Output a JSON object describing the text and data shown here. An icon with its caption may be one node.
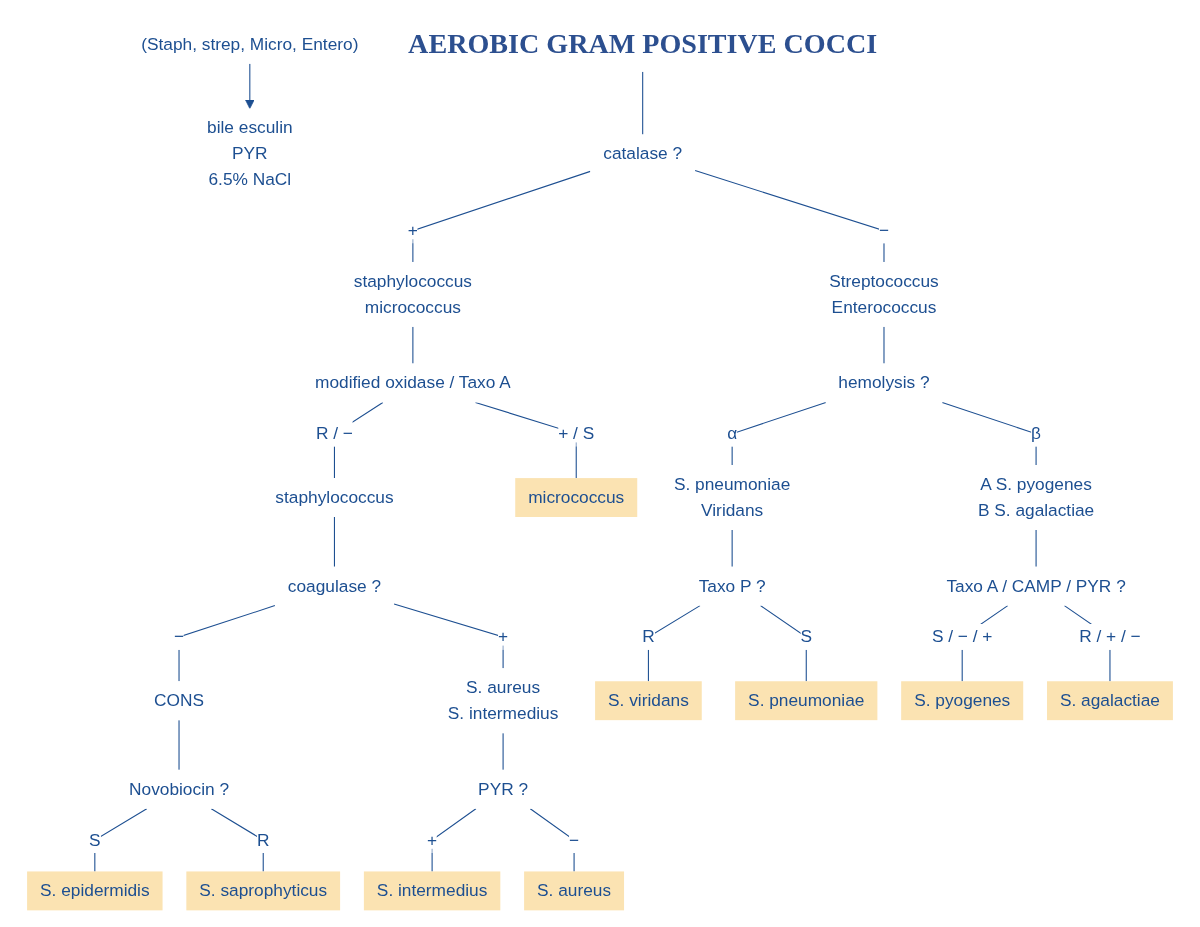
{
  "diagram": {
    "nodes": [
      {
        "text": [
          "AEROBIC GRAM POSITIVE COCCI"
        ]
      },
      {
        "text": [
          "(Staph, strep, Micro, Entero)"
        ]
      },
      {
        "text": [
          "bile esculin",
          "PYR",
          "6.5% NaCl"
        ]
      },
      {
        "text": [
          "catalase ?"
        ]
      },
      {
        "text": [
          "staphylococcus",
          "micrococcus"
        ]
      },
      {
        "text": [
          "Streptococcus",
          "Enterococcus"
        ]
      },
      {
        "text": [
          "modified oxidase / Taxo A"
        ]
      },
      {
        "text": [
          "hemolysis ?"
        ]
      },
      {
        "text": [
          "staphylococcus"
        ]
      },
      {
        "text": [
          "micrococcus"
        ]
      },
      {
        "text": [
          "S. pneumoniae",
          "Viridans"
        ]
      },
      {
        "text": [
          "A S. pyogenes",
          "B S. agalactiae"
        ]
      },
      {
        "text": [
          "coagulase ?"
        ]
      },
      {
        "text": [
          "Taxo P ?"
        ]
      },
      {
        "text": [
          "Taxo A / CAMP / PYR ?"
        ]
      },
      {
        "text": [
          "CONS"
        ]
      },
      {
        "text": [
          "S. aureus",
          "S. intermedius"
        ]
      },
      {
        "text": [
          "S. viridans"
        ]
      },
      {
        "text": [
          "S. pneumoniae"
        ]
      },
      {
        "text": [
          "S. pyogenes"
        ]
      },
      {
        "text": [
          "S. agalactiae"
        ]
      },
      {
        "text": [
          "Novobiocin ?"
        ]
      },
      {
        "text": [
          "PYR ?"
        ]
      },
      {
        "text": [
          "S. epidermidis"
        ]
      },
      {
        "text": [
          "S. saprophyticus"
        ]
      },
      {
        "text": [
          "S. intermedius"
        ]
      },
      {
        "text": [
          "S. aureus"
        ]
      }
    ],
    "edges": [
      {
        "from": 0,
        "to": 3,
        "arrow": "none"
      },
      {
        "from": 1,
        "to": 2,
        "arrow": "to"
      },
      {
        "from": 3,
        "to": 4,
        "arrow": "none",
        "label": "+"
      },
      {
        "from": 3,
        "to": 5,
        "arrow": "none",
        "label": "−"
      },
      {
        "from": 4,
        "to": 6,
        "arrow": "none"
      },
      {
        "from": 5,
        "to": 7,
        "arrow": "none"
      },
      {
        "from": 6,
        "to": 8,
        "arrow": "none",
        "label": "R / −"
      },
      {
        "from": 6,
        "to": 9,
        "arrow": "none",
        "label": "+ / S"
      },
      {
        "from": 7,
        "to": 10,
        "arrow": "none",
        "label": "α"
      },
      {
        "from": 7,
        "to": 11,
        "arrow": "none",
        "label": "β"
      },
      {
        "from": 8,
        "to": 12,
        "arrow": "none"
      },
      {
        "from": 10,
        "to": 13,
        "arrow": "none"
      },
      {
        "from": 11,
        "to": 14,
        "arrow": "none"
      },
      {
        "from": 12,
        "to": 15,
        "arrow": "none",
        "label": "−"
      },
      {
        "from": 12,
        "to": 16,
        "arrow": "none",
        "label": "+"
      },
      {
        "from": 13,
        "to": 17,
        "arrow": "none",
        "label": "R"
      },
      {
        "from": 13,
        "to": 18,
        "arrow": "none",
        "label": "S"
      },
      {
        "from": 14,
        "to": 19,
        "arrow": "none",
        "label": "S / − / +"
      },
      {
        "from": 14,
        "to": 20,
        "arrow": "none",
        "label": "R / + / −"
      },
      {
        "from": 15,
        "to": 21,
        "arrow": "none"
      },
      {
        "from": 16,
        "to": 22,
        "arrow": "none"
      },
      {
        "from": 21,
        "to": 23,
        "arrow": "none",
        "label": "S"
      },
      {
        "from": 21,
        "to": 24,
        "arrow": "none",
        "label": "R"
      },
      {
        "from": 22,
        "to": 25,
        "arrow": "none",
        "label": "+"
      },
      {
        "from": 22,
        "to": 26,
        "arrow": "none",
        "label": "−"
      }
    ]
  }
}
